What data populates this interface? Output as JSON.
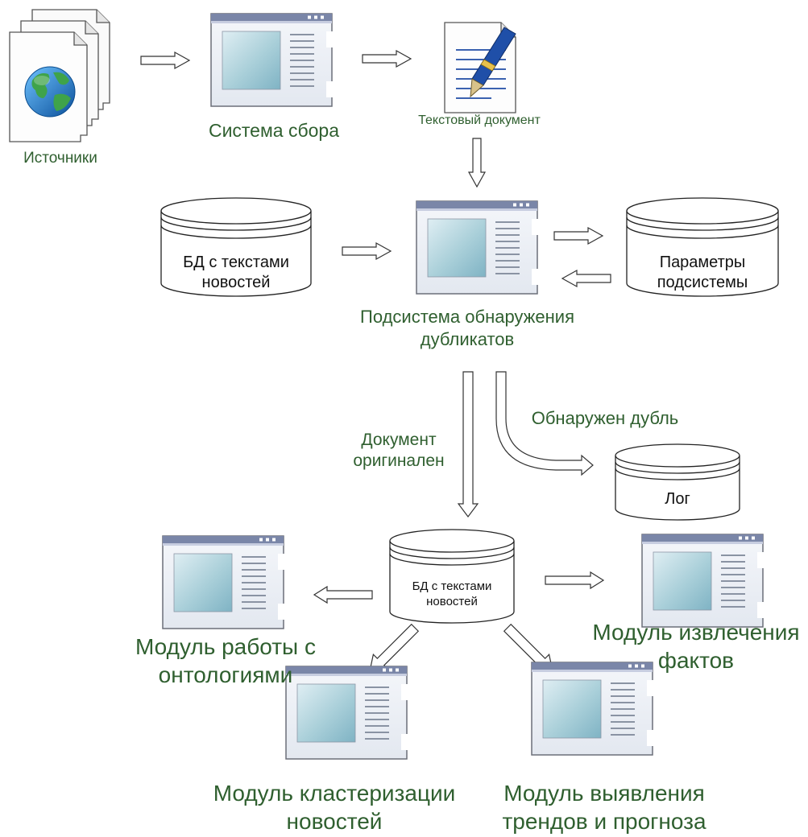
{
  "colors": {
    "label_green": "#2f5f2f",
    "window_frame": "#5a6a8a",
    "window_panel": "#a9cfd9",
    "arrow_fill": "#ffffff",
    "stroke": "#222222"
  },
  "nodes": {
    "sources": {
      "label": "Источники",
      "icon": "documents-globe-icon"
    },
    "collector": {
      "label": "Система сбора",
      "icon": "app-window-icon"
    },
    "text_doc": {
      "label": "Текстовый документ",
      "icon": "document-pen-icon"
    },
    "db_news_top": {
      "line1": "БД с текстами",
      "line2": "новостей",
      "icon": "database-icon"
    },
    "dedup": {
      "line1": "Подсистема обнаружения",
      "line2": "дубликатов",
      "icon": "app-window-icon"
    },
    "params": {
      "line1": "Параметры",
      "line2": "подсистемы",
      "icon": "database-icon"
    },
    "log": {
      "label": "Лог",
      "icon": "database-icon"
    },
    "db_news_bottom": {
      "line1": "БД с текстами",
      "line2": "новостей",
      "icon": "database-icon"
    },
    "ontology": {
      "line1": "Модуль работы с",
      "line2": "онтологиями",
      "icon": "app-window-icon"
    },
    "facts": {
      "line1": "Модуль извлечения",
      "line2": "фактов",
      "icon": "app-window-icon"
    },
    "clustering": {
      "line1": "Модуль кластеризации",
      "line2": "новостей",
      "icon": "app-window-icon"
    },
    "trends": {
      "line1": "Модуль выявления",
      "line2": "трендов и прогноза",
      "icon": "app-window-icon"
    }
  },
  "edges": {
    "original_doc": {
      "line1": "Документ",
      "line2": "оригинален"
    },
    "duplicate_found": {
      "label": "Обнаружен дубль"
    }
  }
}
